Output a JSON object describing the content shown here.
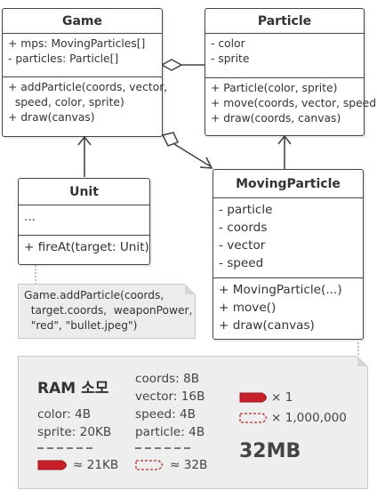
{
  "game": {
    "name": "Game",
    "fields": [
      "+ mps: MovingParticles[]",
      "- particles: Particle[]"
    ],
    "methods": [
      "+ addParticle(coords, vector,",
      "  speed, color, sprite)",
      "+ draw(canvas)"
    ]
  },
  "particle": {
    "name": "Particle",
    "fields": [
      "- color",
      "- sprite"
    ],
    "methods": [
      "+ Particle(color, sprite)",
      "+ move(coords, vector, speed)",
      "+ draw(coords, canvas)"
    ]
  },
  "unit": {
    "name": "Unit",
    "fields": [
      "..."
    ],
    "methods": [
      "+ fireAt(target: Unit)"
    ]
  },
  "moving": {
    "name": "MovingParticle",
    "fields": [
      "- particle",
      "- coords",
      "- vector",
      "- speed"
    ],
    "methods": [
      "+ MovingParticle(...)",
      "+ move()",
      "+ draw(canvas)"
    ]
  },
  "note": {
    "lines": [
      "Game.addParticle(coords,",
      "  target.coords,  weaponPower,",
      "  \"red\", \"bullet.jpeg\")"
    ]
  },
  "ram": {
    "title": "RAM 소모",
    "left": [
      "color: 4B",
      "sprite: 20KB"
    ],
    "left_total": "≈ 21KB",
    "mid": [
      "coords: 8B",
      "vector: 16B",
      "speed: 4B",
      "particle: 4B"
    ],
    "mid_total": "≈ 32B",
    "legend_solid": "× 1",
    "legend_dashed": "× 1,000,000",
    "total": "32MB",
    "colors": {
      "solid": "#c8202a",
      "dashed": "#b03030"
    }
  }
}
